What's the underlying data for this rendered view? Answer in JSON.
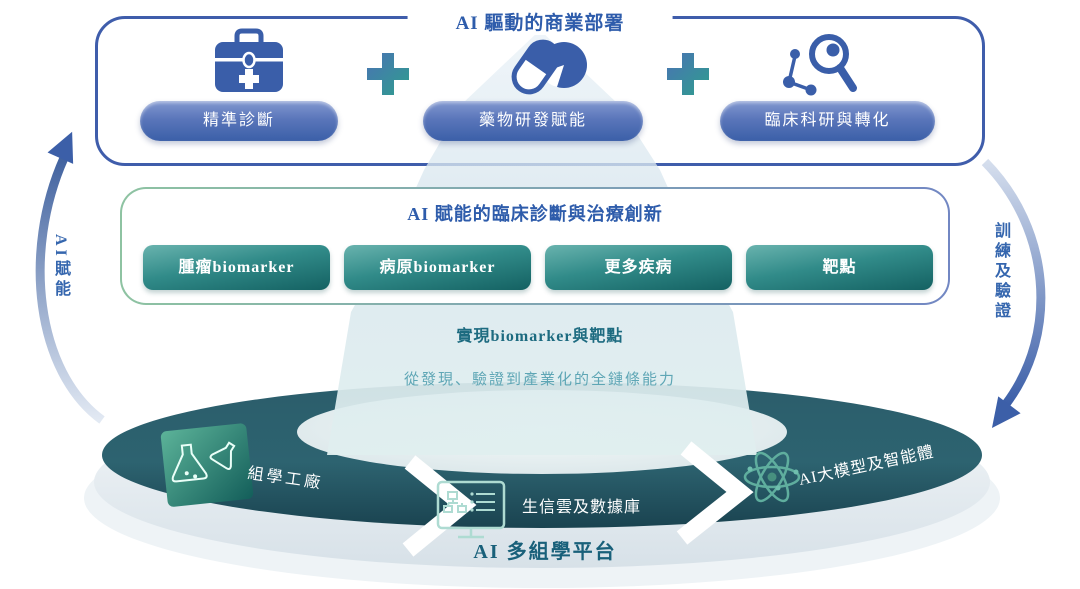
{
  "top_section": {
    "title": "AI 驅動的商業部署",
    "plus_sign": "+",
    "items": [
      {
        "label": "精準診斷",
        "icon": "medical-kit-icon"
      },
      {
        "label": "藥物研發賦能",
        "icon": "pill-pie-icon"
      },
      {
        "label": "臨床科研與轉化",
        "icon": "magnifier-molecule-icon"
      }
    ]
  },
  "middle_section": {
    "title": "AI 賦能的臨床診斷與治療創新",
    "buttons": [
      {
        "label": "腫瘤biomarker"
      },
      {
        "label": "病原biomarker"
      },
      {
        "label": "更多疾病"
      },
      {
        "label": "靶點"
      }
    ]
  },
  "beam": {
    "headline": "實現biomarker與靶點",
    "subline": "從發現、驗證到產業化的全鏈條能力"
  },
  "platform": {
    "title": "AI 多組學平台",
    "stages": [
      {
        "label": "組學工廠",
        "icon": "flask-cube-icon"
      },
      {
        "label": "生信雲及數據庫",
        "icon": "bioinformatics-monitor-icon"
      },
      {
        "label": "AI大模型及智能體",
        "icon": "atom-icon"
      }
    ]
  },
  "arrows": {
    "left_label": "AI賦能",
    "right_label": "訓練及驗證"
  },
  "colors": {
    "blue_primary": "#2e5cab",
    "blue_button": "#3b5fa8",
    "teal_button_top": "#69b3ae",
    "teal_button_bottom": "#146162",
    "ring_band": "#235261",
    "beam": "#dbe8f0",
    "border_green": "#8ec3a2",
    "border_blue": "#7287c3",
    "platform_title_color": "#19607a"
  }
}
